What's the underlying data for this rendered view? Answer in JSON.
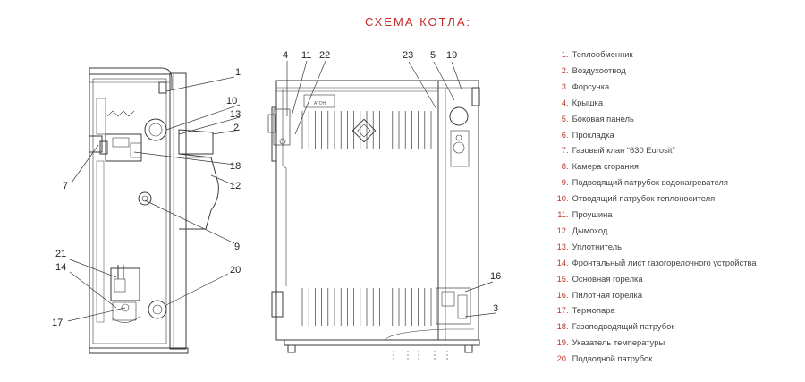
{
  "title": "СХЕМА КОТЛА:",
  "callouts": {
    "c1": "1",
    "c10": "10",
    "c13": "13",
    "c2": "2",
    "c18": "18",
    "c7": "7",
    "c12": "12",
    "c9": "9",
    "c21": "21",
    "c14": "14",
    "c20": "20",
    "c17": "17",
    "c4": "4",
    "c11": "11",
    "c22": "22",
    "c23": "23",
    "c5": "5",
    "c19": "19",
    "c16": "16",
    "c3": "3"
  },
  "brand_mark": "АТОН",
  "legend": [
    {
      "num": "1",
      "text": "Теплообменник"
    },
    {
      "num": "2",
      "text": "Воздухоотвод"
    },
    {
      "num": "3",
      "text": "Форсунка"
    },
    {
      "num": "4",
      "text": "Крышка"
    },
    {
      "num": "5",
      "text": "Боковая панель"
    },
    {
      "num": "6",
      "text": "Прокладка"
    },
    {
      "num": "7",
      "text": "Газовый клан “630 Eurosit”"
    },
    {
      "num": "8",
      "text": "Камера сгорания"
    },
    {
      "num": "9",
      "text": "Подводящий патрубок водонагревателя"
    },
    {
      "num": "10",
      "text": "Отводящий патрубок теплоносителя"
    },
    {
      "num": "11",
      "text": "Проушина"
    },
    {
      "num": "12",
      "text": "Дымоход"
    },
    {
      "num": "13",
      "text": "Уплотнитель"
    },
    {
      "num": "14",
      "text": "Фронтальный лист газогорелочного устройства"
    },
    {
      "num": "15",
      "text": "Основная горелка"
    },
    {
      "num": "16",
      "text": "Пилотная горелка"
    },
    {
      "num": "17",
      "text": "Термопара"
    },
    {
      "num": "18",
      "text": "Газоподводящий патрубок"
    },
    {
      "num": "19",
      "text": "Указатель температуры"
    },
    {
      "num": "20",
      "text": "Подводной патрубок"
    }
  ],
  "colors": {
    "accent": "#c0392b",
    "line": "#3a3a3a",
    "text": "#444444"
  }
}
